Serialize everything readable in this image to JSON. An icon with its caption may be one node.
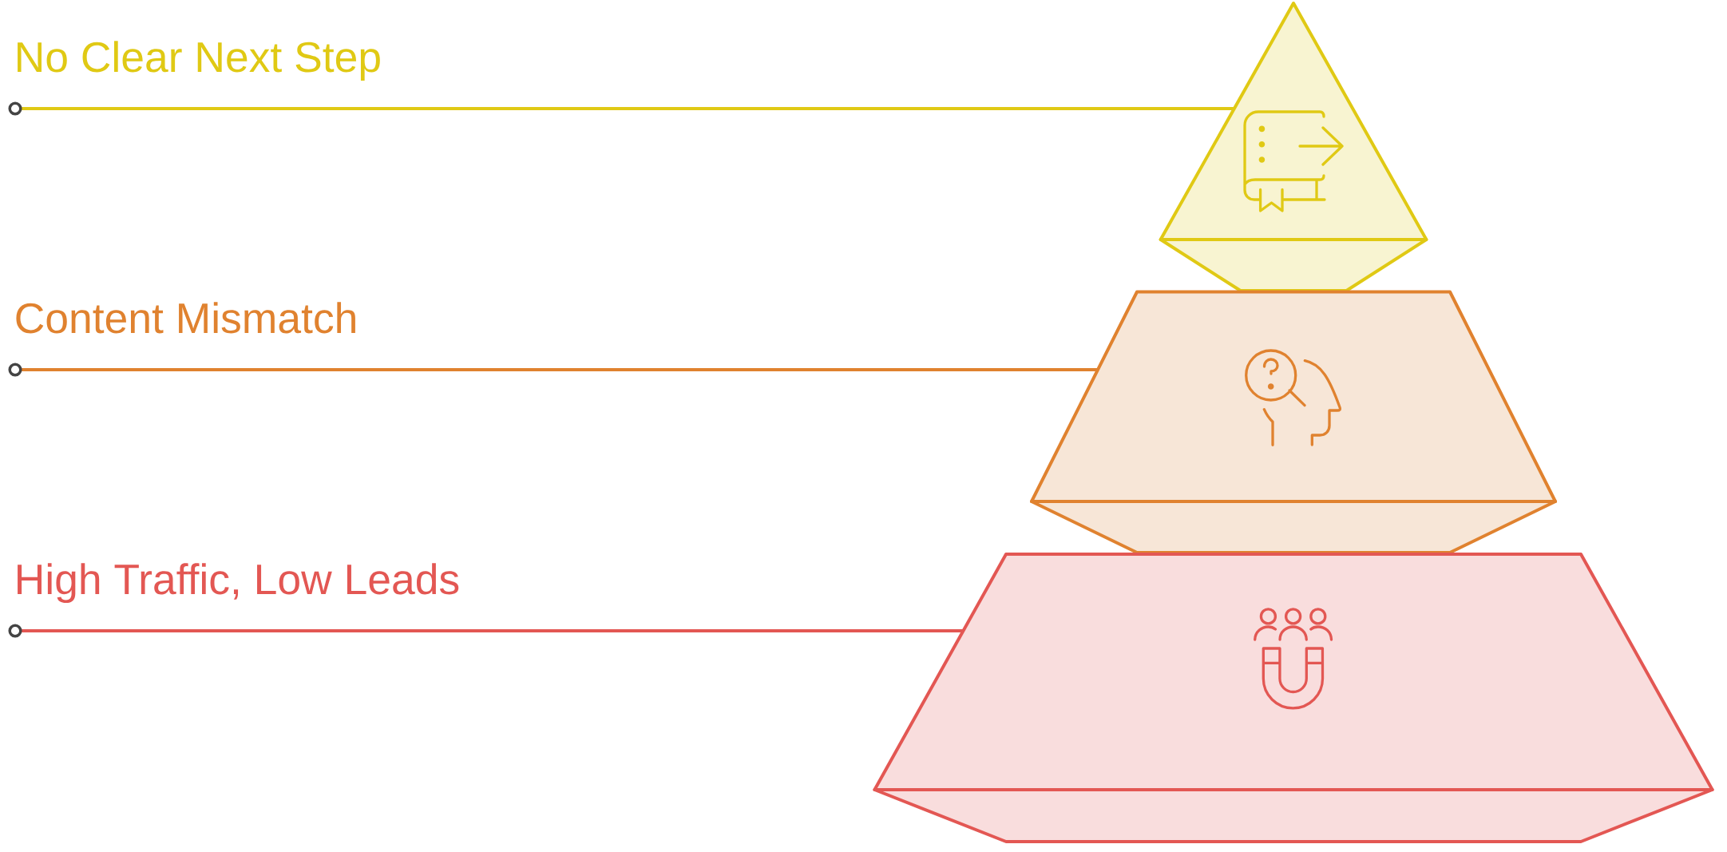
{
  "diagram": {
    "nodes": [
      {
        "text": [
          "No Clear Next Step"
        ]
      },
      {
        "text": [],
        "shape": "triangle"
      },
      {
        "text": [
          "Content Mismatch"
        ]
      },
      {
        "text": [],
        "shape": "trapezoid"
      },
      {
        "text": [
          "High Traffic, Low Leads"
        ]
      },
      {
        "text": [],
        "shape": "trapezoid"
      }
    ],
    "edges": [
      {
        "from": 0,
        "to": 1,
        "arrow": "other",
        "color": "#e0c914"
      },
      {
        "from": 2,
        "to": 3,
        "arrow": "other",
        "color": "#e0822f"
      },
      {
        "from": 4,
        "to": 5,
        "arrow": "other",
        "color": "#e35753"
      }
    ]
  }
}
